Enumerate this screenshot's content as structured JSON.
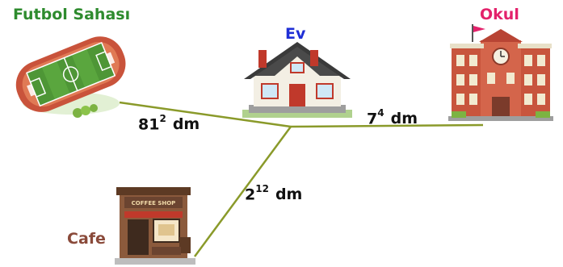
{
  "places": {
    "field": {
      "label": "Futbol Sahası",
      "color": "#2e8b2e"
    },
    "house": {
      "label": "Ev",
      "color": "#1f2fd6"
    },
    "school": {
      "label": "Okul",
      "color": "#e3226b"
    },
    "cafe": {
      "label": "Cafe",
      "color": "#8a4a3a"
    }
  },
  "distances": {
    "field_house": {
      "base": "81",
      "exp": "2",
      "unit": "dm"
    },
    "house_school": {
      "base": "7",
      "exp": "4",
      "unit": "dm"
    },
    "cafe_house": {
      "base": "2",
      "exp": "12",
      "unit": "dm"
    }
  },
  "cafe_sign": "COFFEE SHOP",
  "colors": {
    "line": "#8a9a2a"
  }
}
